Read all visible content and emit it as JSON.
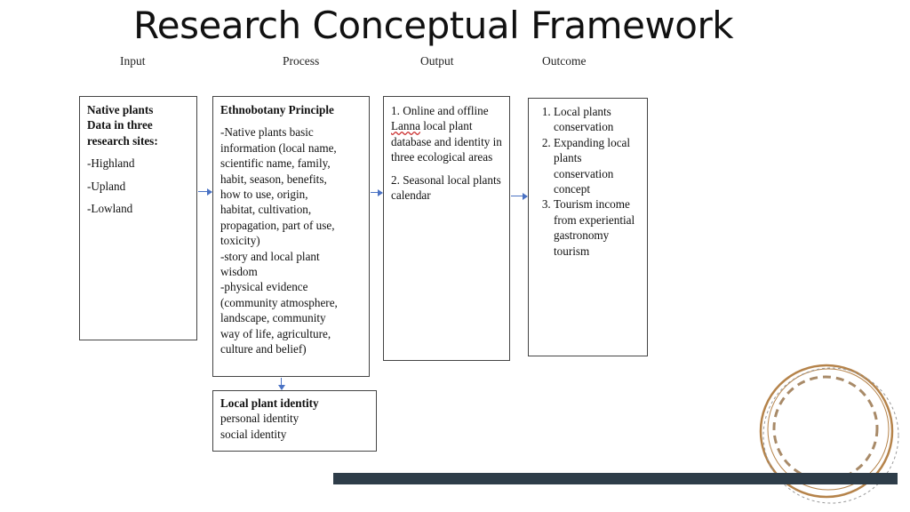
{
  "title": "Research Conceptual Framework",
  "headers": {
    "input": "Input",
    "process": "Process",
    "output": "Output",
    "outcome": "Outcome"
  },
  "input_box": {
    "heading_lines": [
      "Native plants",
      "Data in three",
      "research sites:"
    ],
    "items": [
      "-Highland",
      "-Upland",
      "-Lowland"
    ]
  },
  "process_box": {
    "heading": "Ethnobotany Principle",
    "lines": [
      "-Native plants basic",
      "information (local name,",
      "scientific name, family,",
      "habit, season, benefits,",
      "how to use, origin,",
      "habitat, cultivation,",
      "propagation, part of use,",
      "toxicity)",
      "-story and local plant",
      "wisdom",
      "-physical evidence",
      "(community atmosphere,",
      "landscape, community",
      "way of life, agriculture,",
      "culture and belief)"
    ]
  },
  "output_box": {
    "item1_pre": "1. Online and offline ",
    "item1_underlined": "Lanna",
    "item1_post": " local plant database and identity in three ecological areas",
    "item2": "2. Seasonal local plants calendar"
  },
  "outcome_box": {
    "items": [
      "Local plants conservation",
      "Expanding local plants conservation concept",
      "Tourism income from experiential gastronomy tourism"
    ]
  },
  "identity_box": {
    "heading": "Local plant identity",
    "lines": [
      "personal identity",
      "social identity"
    ]
  },
  "colors": {
    "arrow": "#4a72c4",
    "bar": "#2e3d49",
    "ring": "#b5834a"
  }
}
